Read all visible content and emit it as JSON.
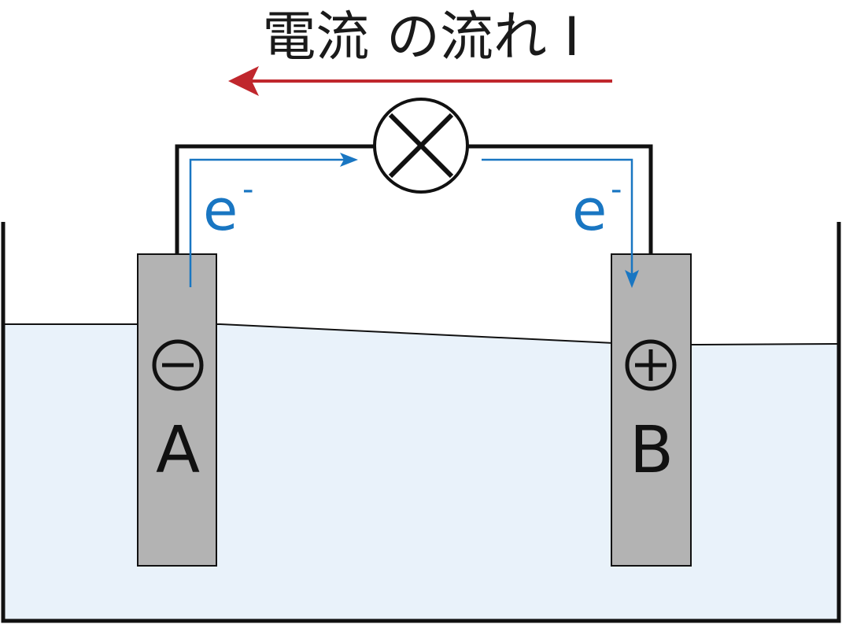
{
  "title": "電流 の流れ I",
  "electron_label": "e",
  "electron_sup": "-",
  "electrodes": [
    {
      "label": "A",
      "sign": "negative"
    },
    {
      "label": "B",
      "sign": "positive"
    }
  ],
  "icons": {
    "current_arrow": "left-arrow-icon",
    "lamp": "lamp-cross-icon",
    "negative_sign": "minus-circle-icon",
    "positive_sign": "plus-circle-icon"
  },
  "colors": {
    "current_arrow": "#c0272d",
    "electron_flow": "#1976c2",
    "electrode": "#b3b3b3",
    "electrolyte": "#e9f2fa",
    "wire": "#111111"
  }
}
